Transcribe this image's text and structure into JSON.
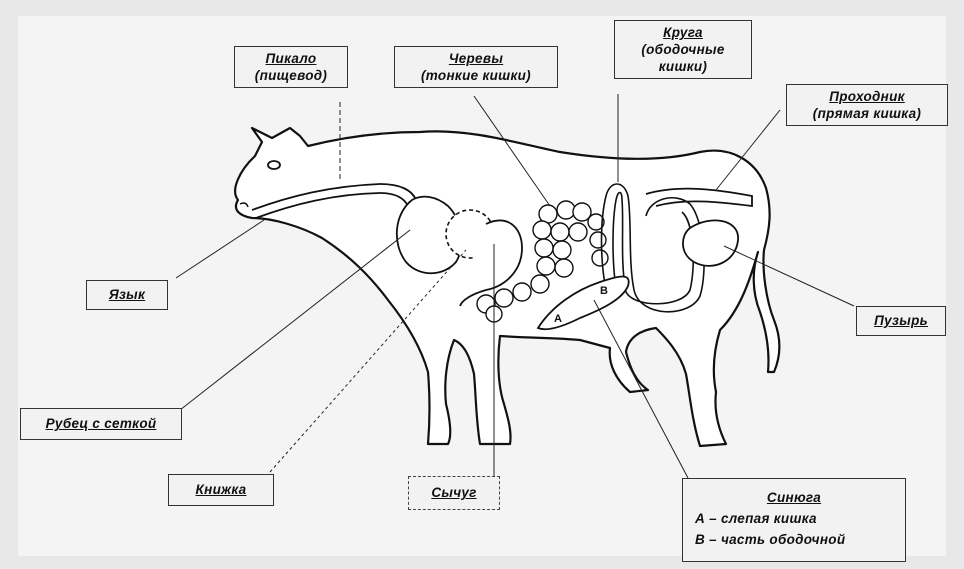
{
  "labels": {
    "pikalo_title": "Пикало",
    "pikalo_sub": "(пищевод)",
    "chervy_title": "Черевы",
    "chervy_sub": "(тонкие кишки)",
    "kruga_title": "Круга",
    "kruga_sub1": "(ободочные",
    "kruga_sub2": "кишки)",
    "prohodnik_title": "Проходник",
    "prohodnik_sub": "(прямая кишка)",
    "yazyk": "Язык",
    "puzyr": "Пузырь",
    "rubec": "Рубец с сеткой",
    "knizhka": "Книжка",
    "sychug": "Сычуг"
  },
  "legend": {
    "title": "Синюга",
    "line_a": "А – слепая кишка",
    "line_b": "В – часть ободочной"
  },
  "markers": {
    "a": "А",
    "b": "В"
  }
}
